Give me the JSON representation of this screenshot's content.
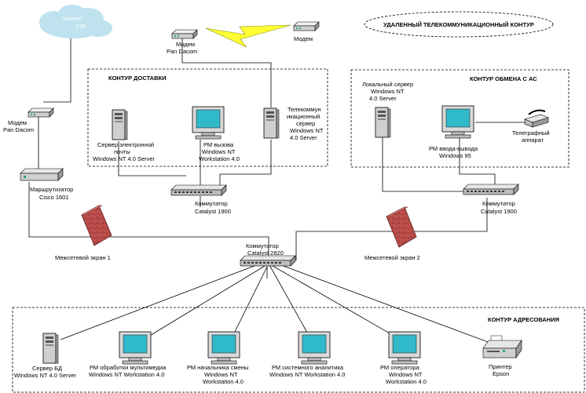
{
  "cloud": {
    "line1": "internet",
    "line2": "X25"
  },
  "modem_top": {
    "line1": "Модем",
    "line2": "Pan Dacom"
  },
  "modem_right": {
    "line1": "Модем"
  },
  "modem_left": {
    "line1": "Модем",
    "line2": "Pan Dacom"
  },
  "remote_contour": "УДАЛЕННЫЙ ТЕЛЕКОММУНИКАЦИОННЫЙ КОНТУР",
  "delivery_contour": "КОНТУР ДОСТАВКИ",
  "exchange_contour": "КОНТУР ОБМЕНА С АС",
  "addressing_contour": "КОНТУР АДРЕСОВАНИЯ",
  "mail_server": {
    "l1": "Сервер электронной",
    "l2": "почты",
    "l3": "Windows NT 4.0 Server"
  },
  "call_ws": {
    "l1": "РМ вызова",
    "l2": "Windows NT",
    "l3": "Workstation 4.0"
  },
  "telecom_server": {
    "l1": "Телекоммун",
    "l2": "икационный",
    "l3": "сервер",
    "l4": "Windows NT",
    "l5": "4.0 Server"
  },
  "local_server": {
    "l1": "Локальный сервер",
    "l2": "Windows NT",
    "l3": "4.0 Server"
  },
  "io_ws": {
    "l1": "РМ ввода-вывода",
    "l2": "Windows 95"
  },
  "telegraph": {
    "l1": "Телеграфный",
    "l2": "аппарат"
  },
  "router": {
    "l1": "Маршрутизатор",
    "l2": "Cisco 1601"
  },
  "switch_left": {
    "l1": "Коммутатор",
    "l2": "Catalyst 1900"
  },
  "switch_right": {
    "l1": "Коммутатор",
    "l2": "Catalyst 1900"
  },
  "switch_center": {
    "l1": "Коммутатор",
    "l2": "Catalyst 2820"
  },
  "firewall_1": "Межсетевой экран 1",
  "firewall_2": "Межсетевой экран 2",
  "db_server": {
    "l1": "Сервер БД",
    "l2": "Windows NT 4.0 Server"
  },
  "mm_ws": {
    "l1": "РМ обработки мультимедиа",
    "l2": "Windows NT Workstation 4.0"
  },
  "shift_ws": {
    "l1": "РМ начальника смены",
    "l2": "Windows NT",
    "l3": "Workstation 4.0"
  },
  "analyst_ws": {
    "l1": "РМ системного аналитика",
    "l2": "Windows NT Workstation 4.0"
  },
  "operator_ws": {
    "l1": "РМ оператора",
    "l2": "Windows NT",
    "l3": "Workstation 4.0"
  },
  "printer": {
    "l1": "Принтер",
    "l2": "Epson"
  },
  "colors": {
    "cloud": "#bfe3ee",
    "brick": "#c0504d",
    "lightning": "#e8e800",
    "screen": "#2fb9c9"
  }
}
